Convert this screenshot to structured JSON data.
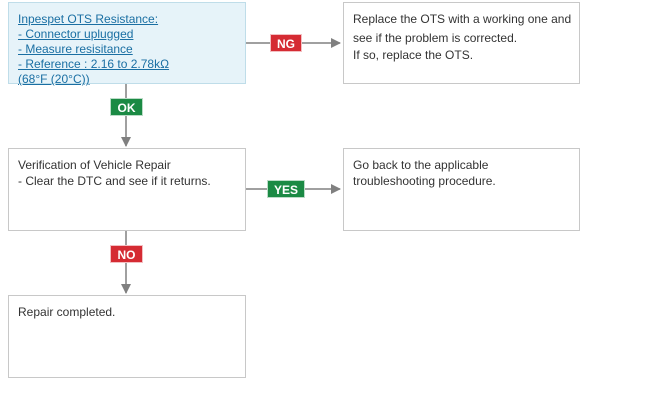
{
  "steps": {
    "inspect": {
      "title": "Inpespet OTS Resistance:",
      "items": [
        "- Connector uplugged",
        "- Measure resisitance",
        "- Reference : 2.16 to 2.78kΩ",
        "(68°F (20°C))"
      ]
    },
    "replace": {
      "lines": [
        "Replace the OTS with a working one and",
        "see if the problem is corrected.",
        "If so, replace the OTS."
      ]
    },
    "verify": {
      "lines": [
        "Verification of Vehicle Repair",
        "- Clear the DTC and see if it returns."
      ]
    },
    "goback": {
      "lines": [
        "Go back to the applicable",
        "troubleshooting procedure."
      ]
    },
    "complete": {
      "lines": [
        "Repair completed."
      ]
    }
  },
  "badges": {
    "ng": "NG",
    "ok": "OK",
    "yes": "YES",
    "no": "NO"
  },
  "colors": {
    "ng": "#d52b33",
    "ok": "#1b8a44",
    "yes": "#1b8a44",
    "no": "#d52b33",
    "arrow": "#808080",
    "highlight_bg": "#e6f3f9",
    "link": "#1a6fa3"
  }
}
